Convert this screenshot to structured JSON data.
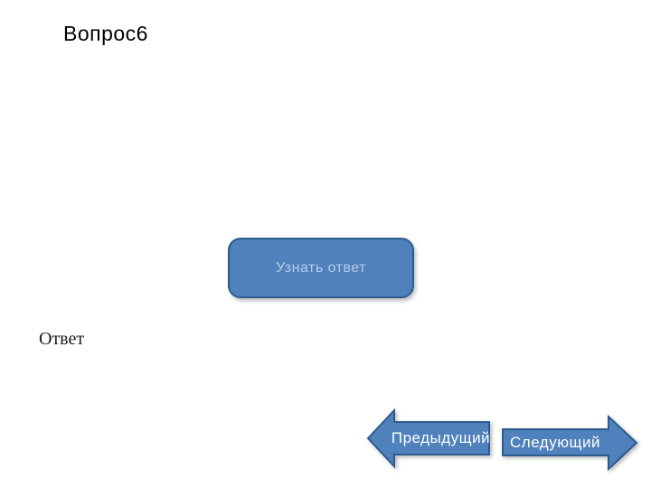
{
  "slide": {
    "title": "Вопрос6"
  },
  "answer_button": {
    "label": "Узнать ответ"
  },
  "answer_section": {
    "label": "Ответ"
  },
  "navigation": {
    "prev_label": "Предыдущий",
    "next_label": "Следующий"
  },
  "colors": {
    "accent_fill": "#4f81bd",
    "accent_border": "#2d5b8e",
    "button_text": "#b9cde5",
    "arrow_text": "#ffffff",
    "title_text": "#000000",
    "background": "#ffffff"
  }
}
